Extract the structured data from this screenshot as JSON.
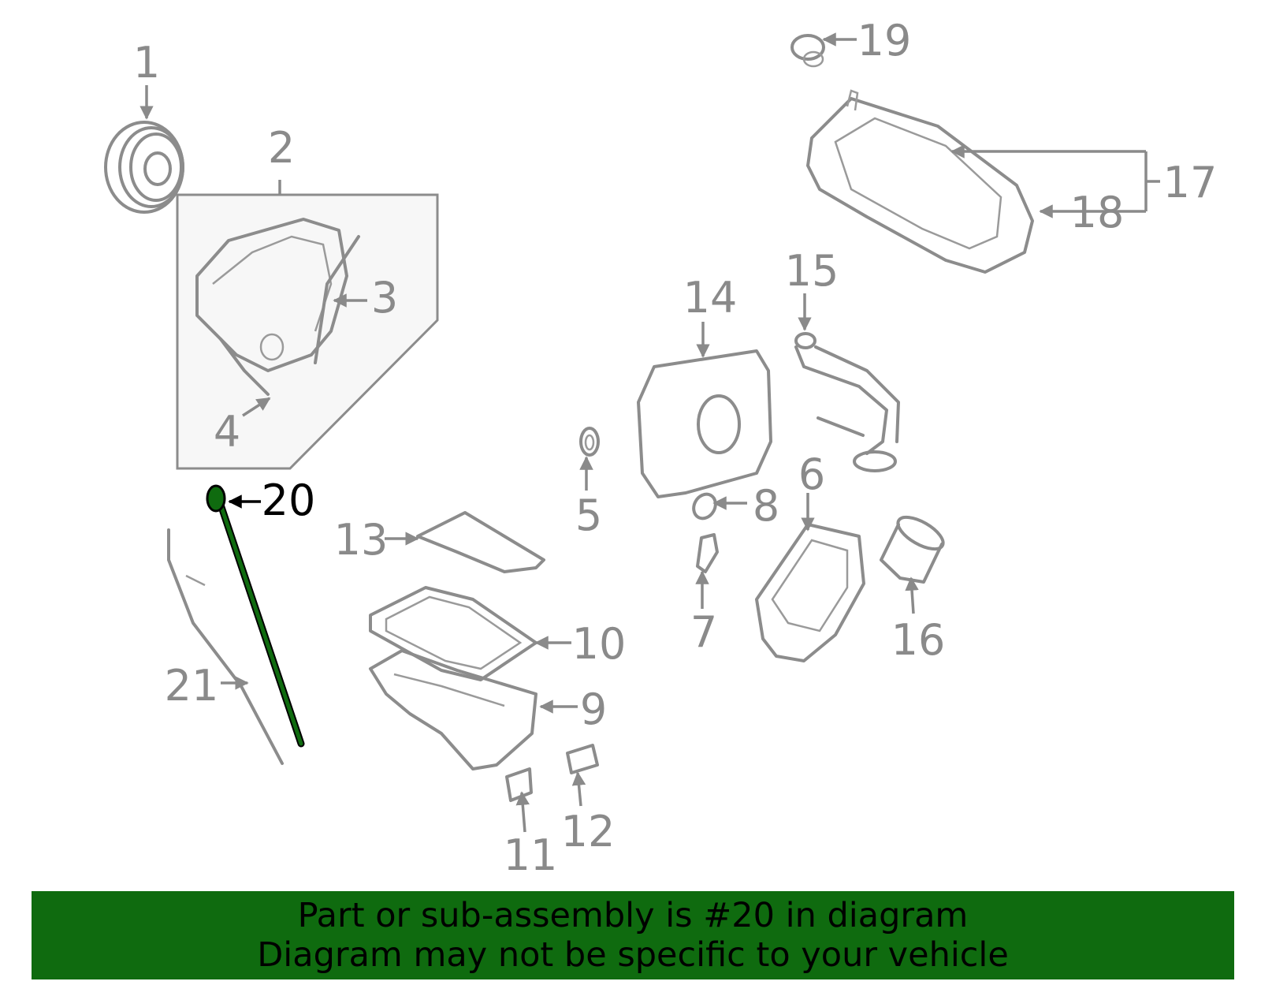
{
  "callouts": [
    "1",
    "2",
    "3",
    "4",
    "5",
    "6",
    "7",
    "8",
    "9",
    "10",
    "11",
    "12",
    "13",
    "14",
    "15",
    "16",
    "17",
    "18",
    "19",
    "20",
    "21"
  ],
  "highlighted": "20",
  "colors": {
    "part_gray": "#8c8c8c",
    "label_gray": "#8a8a8a",
    "highlight": "#0f6b0f",
    "highlight_stroke": "#000000",
    "footer_bg": "#0f6b0f",
    "footer_text": "#000000"
  },
  "footer": {
    "line1": "Part or sub-assembly is #20 in diagram",
    "line2": "Diagram may not be specific to your vehicle"
  }
}
